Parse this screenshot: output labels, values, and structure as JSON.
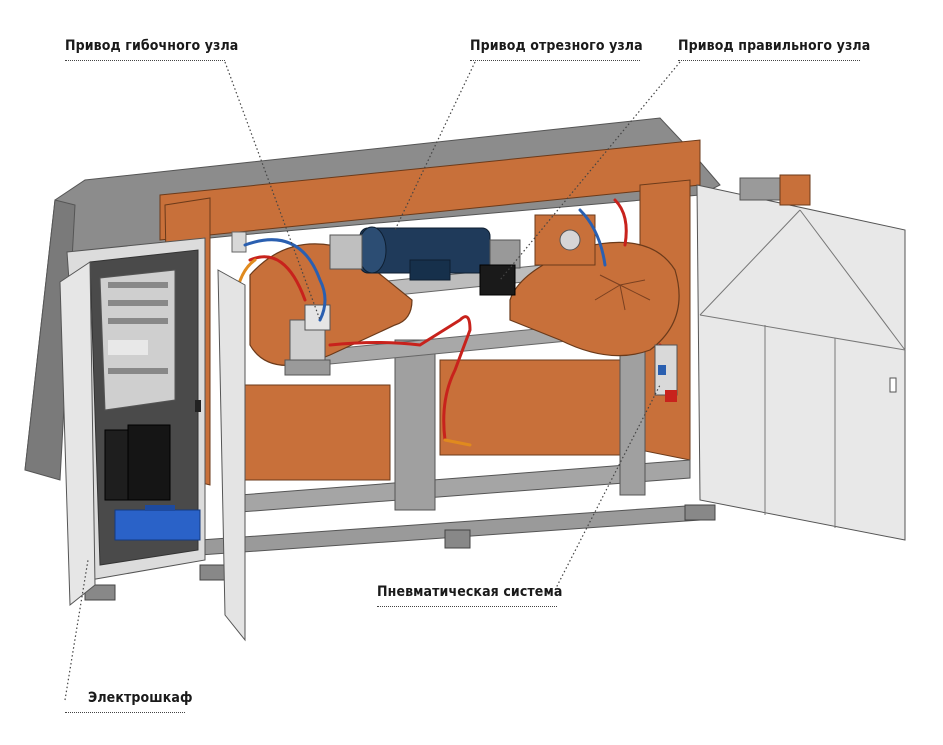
{
  "labels": {
    "bending_drive": "Привод гибочного узла",
    "cutting_drive": "Привод отрезного узла",
    "straightening_drive": "Привод правильного узла",
    "pneumatic_system": "Пневматическая система",
    "electrical_cabinet": "Электрошкаф"
  },
  "colors": {
    "panel_orange": "#c8703a",
    "frame_grey": "#8e8e8e",
    "door_grey": "#e6e6e6",
    "motor_blue": "#1f3a5a",
    "hose_red": "#c8221c",
    "hose_blue": "#2a5fb0",
    "toolbox_blue": "#2a62c8",
    "leader_line": "#444444"
  }
}
